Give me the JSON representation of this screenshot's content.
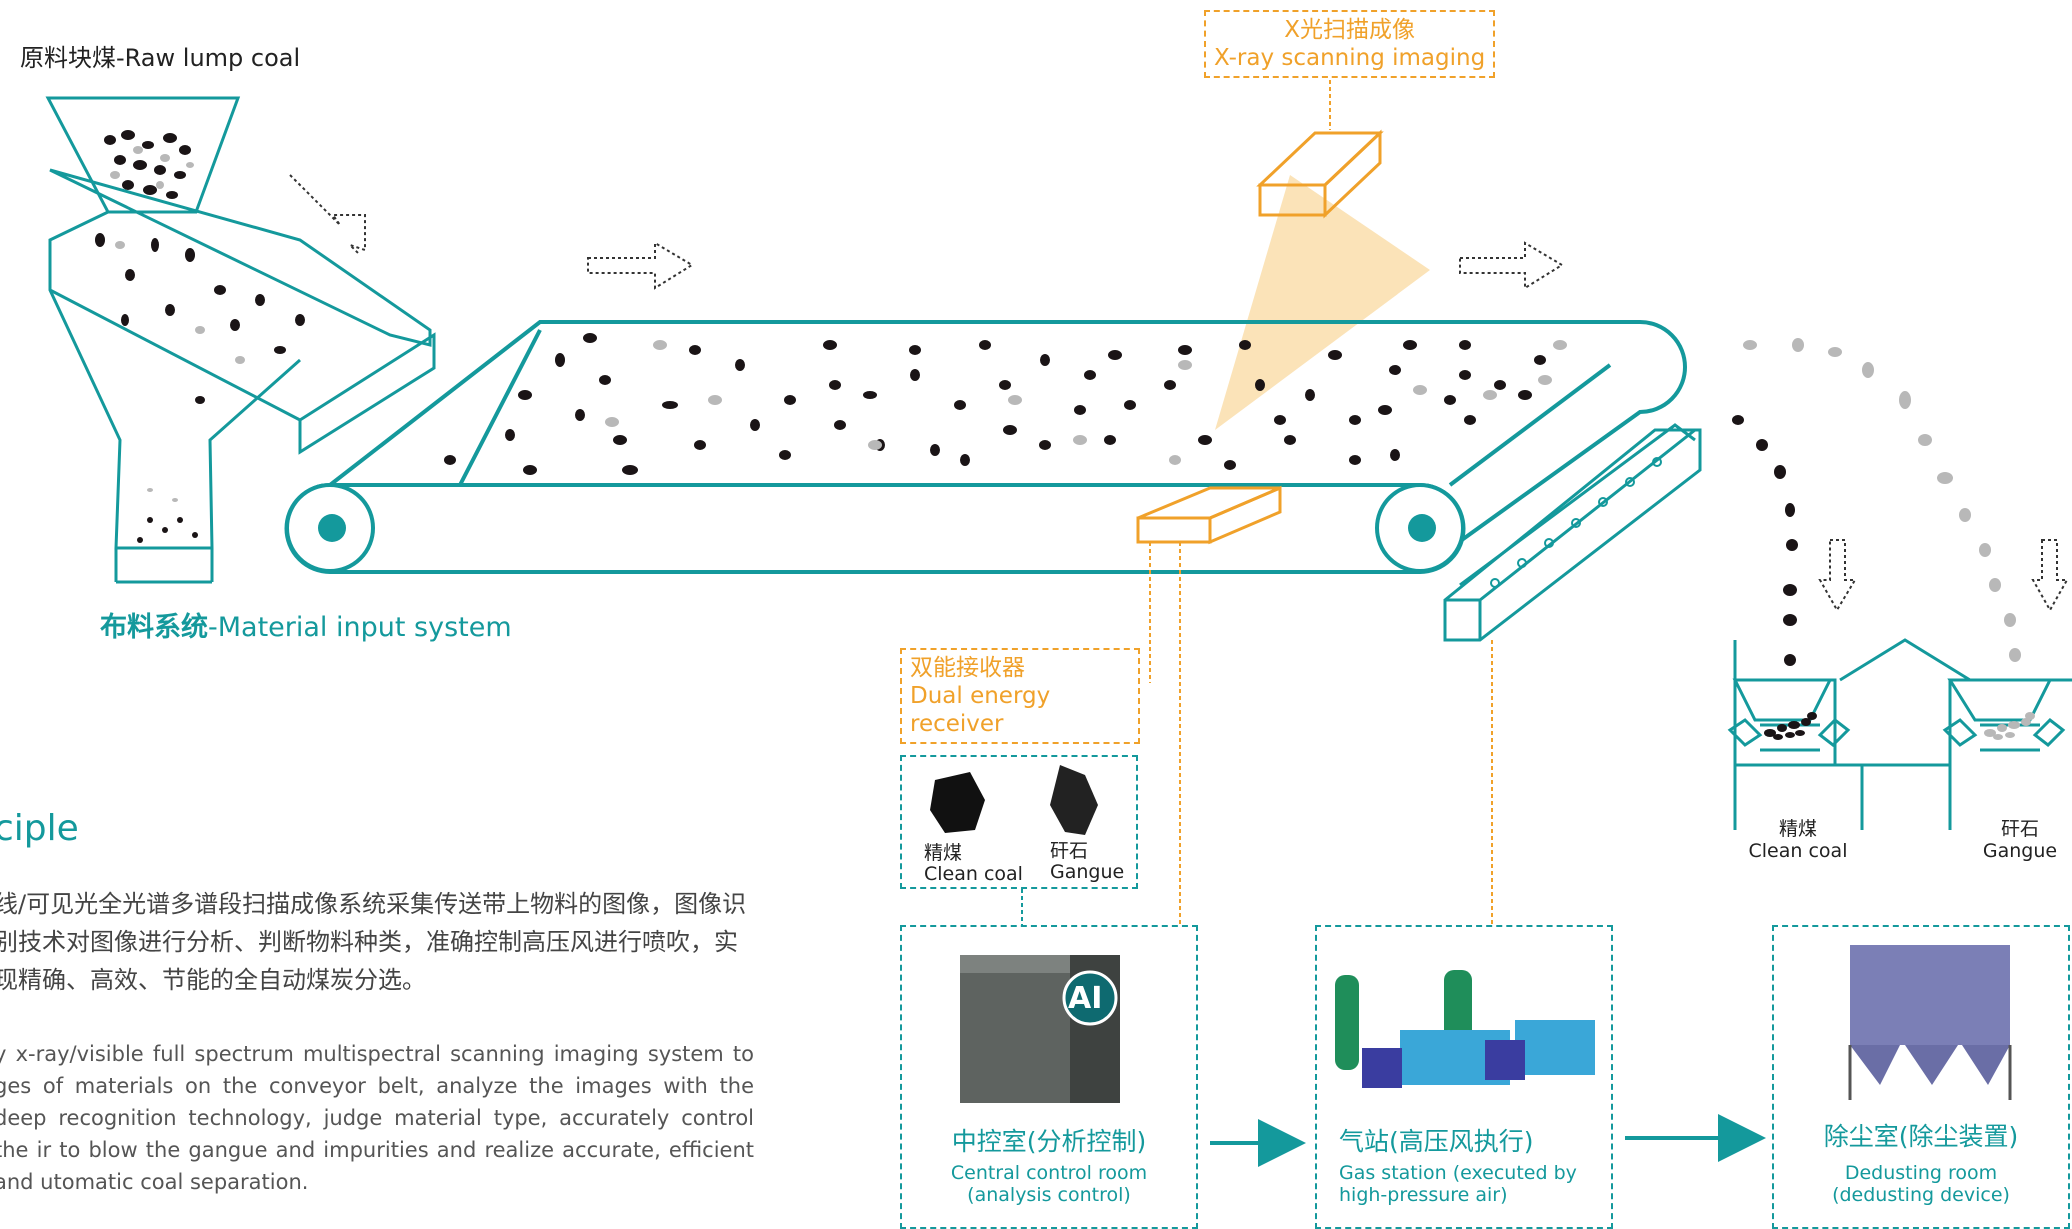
{
  "labels": {
    "raw_lump_coal": "原料块煤-Raw lump coal",
    "material_input_zh": "布料系统",
    "material_input_en": "-Material input system",
    "xray_zh": "X光扫描成像",
    "xray_en": "X-ray scanning imaging",
    "dual_zh": "双能接收器",
    "dual_en": "Dual energy receiver"
  },
  "principle": {
    "title": "ciple",
    "zh_text": "线/可见光全光谱多谱段扫描成像系统采集传送带上物料的图像，图像识别技术对图像进行分析、判断物料种类，准确控制高压风进行喷吹，实现精确、高效、节能的全自动煤炭分选。",
    "en_text": "y x-ray/visible full spectrum multispectral scanning imaging system to ges of materials on the conveyor belt, analyze the images with the deep recognition technology, judge material type, accurately control the ir to blow the gangue and impurities and realize accurate, efficient and utomatic coal separation."
  },
  "samples": {
    "clean_zh": "精煤",
    "clean_en": "Clean coal",
    "gangue_zh": "矸石",
    "gangue_en": "Gangue"
  },
  "bins": {
    "clean_zh": "精煤",
    "clean_en": "Clean coal",
    "gangue_zh": "矸石",
    "gangue_en": "Gangue"
  },
  "cards": [
    {
      "title_zh": "中控室(分析控制)",
      "sub_1": "Central control room",
      "sub_2": "(analysis control)",
      "badge": "AI"
    },
    {
      "title_zh": "气站(高压风执行)",
      "sub_1": "Gas station (executed by",
      "sub_2": "high-pressure air)"
    },
    {
      "title_zh": "除尘室(除尘装置)",
      "sub_1": "Dedusting room",
      "sub_2": "(dedusting device)"
    }
  ],
  "colors": {
    "teal": "#14999c",
    "orange": "#f0a12a",
    "coal": "#1a1416",
    "gangue": "#b8b8b8",
    "beam": "#fbe3b8"
  }
}
